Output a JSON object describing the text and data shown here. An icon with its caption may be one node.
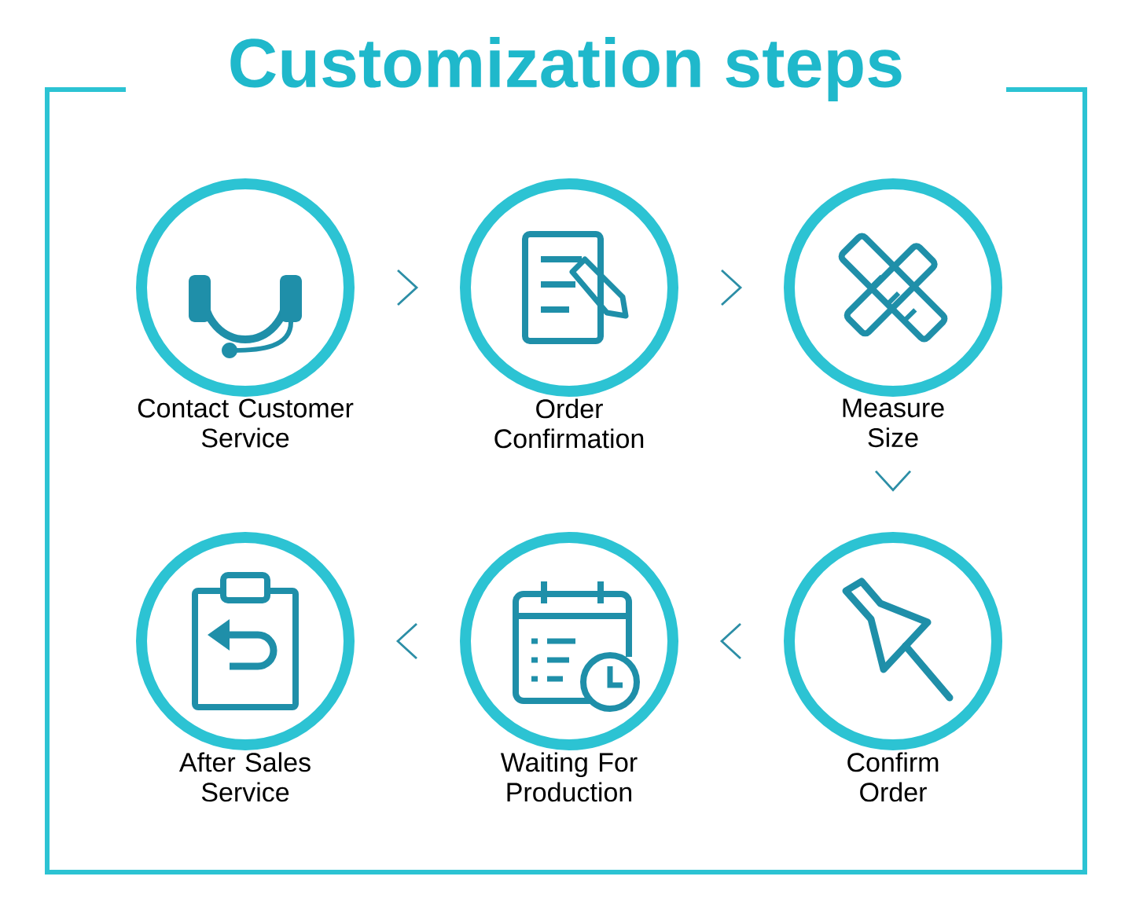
{
  "diagram": {
    "title": "Customization steps",
    "nodes": [
      {
        "text": [
          "Contact Customer Service"
        ]
      },
      {
        "text": [
          "Order Confirmation"
        ]
      },
      {
        "text": [
          "Measure Size"
        ]
      },
      {
        "text": [
          "After Sales Service"
        ]
      },
      {
        "text": [
          "Waiting For Production"
        ]
      },
      {
        "text": [
          "Confirm Order"
        ]
      }
    ],
    "edges": [
      {
        "from": 0,
        "to": 1,
        "arrow": "to"
      },
      {
        "from": 1,
        "to": 2,
        "arrow": "to"
      },
      {
        "from": 2,
        "to": 5,
        "arrow": "to"
      },
      {
        "from": 5,
        "to": 4,
        "arrow": "to"
      },
      {
        "from": 4,
        "to": 3,
        "arrow": "to"
      }
    ]
  }
}
